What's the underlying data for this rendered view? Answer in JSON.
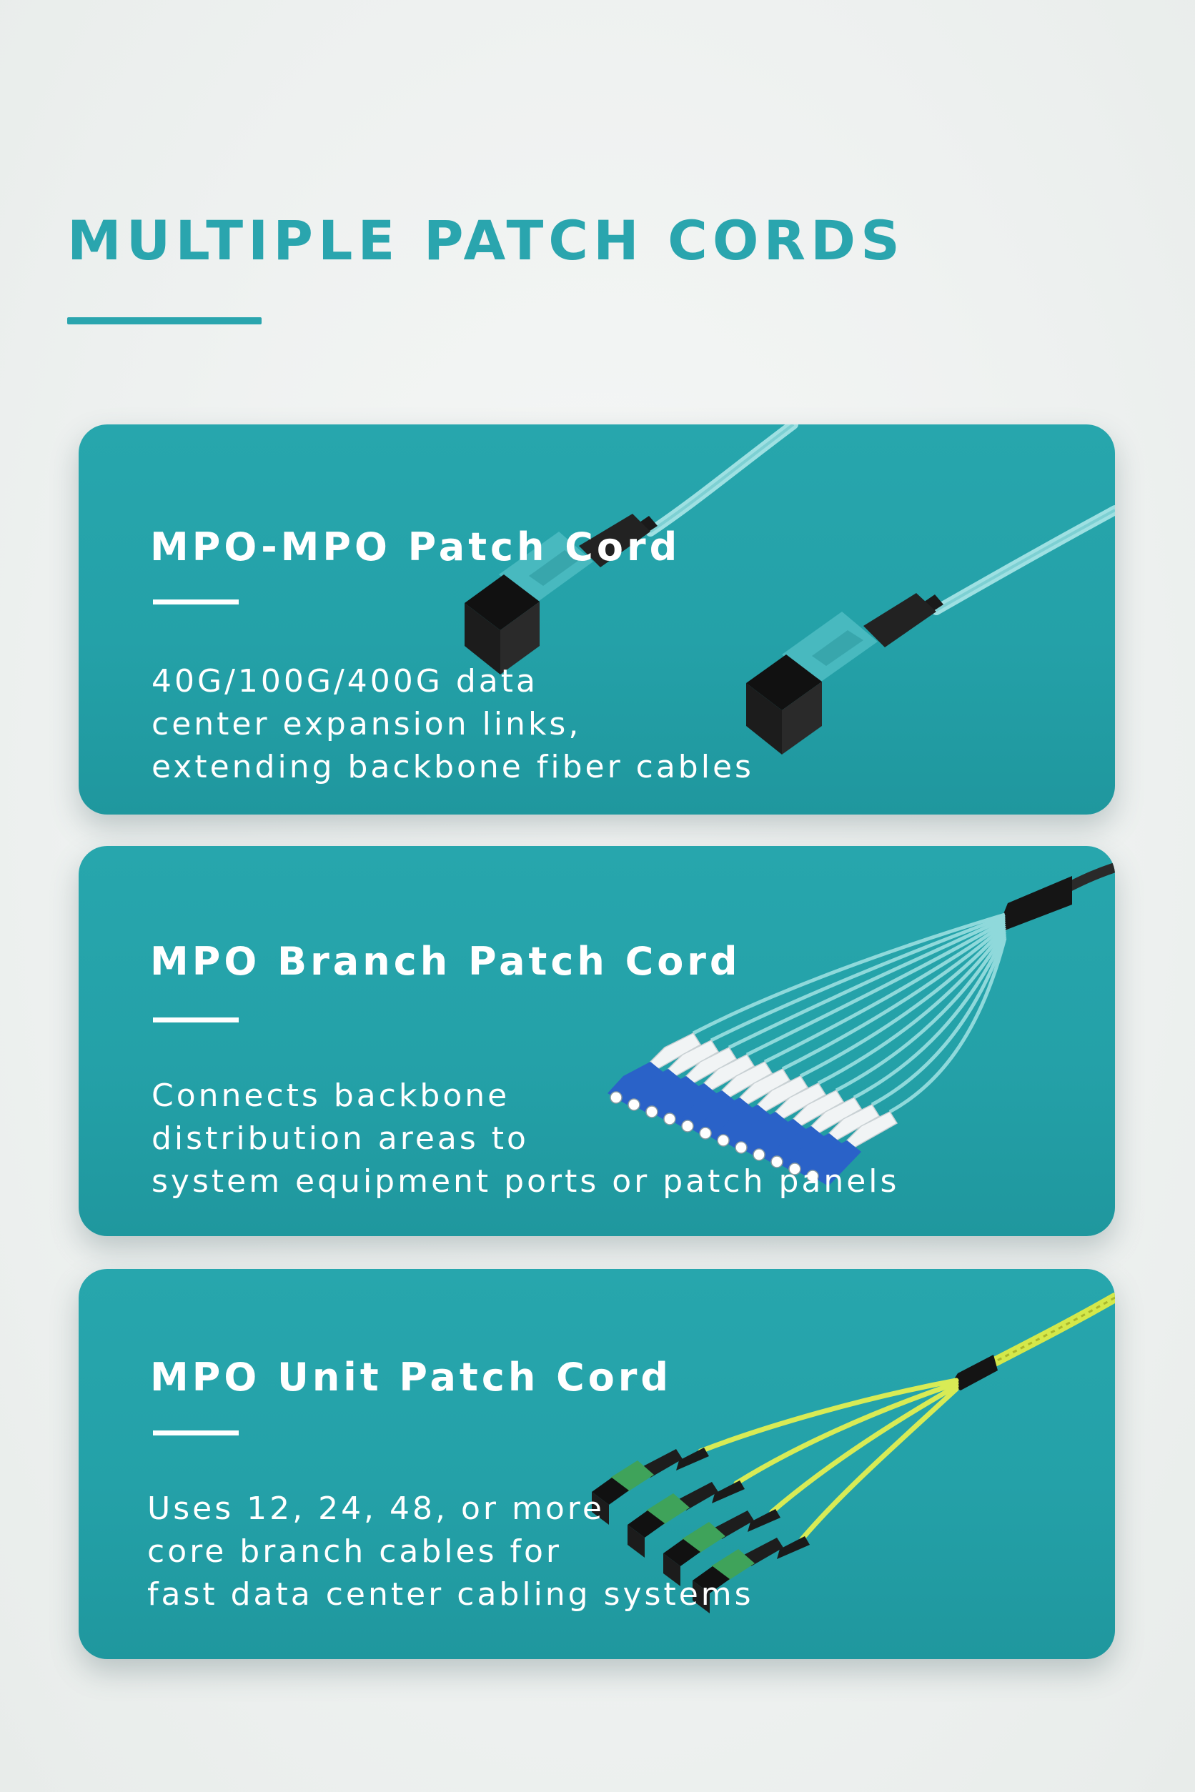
{
  "page": {
    "title": "MULTIPLE PATCH CORDS"
  },
  "colors": {
    "accent": "#2aa5ae",
    "card_background": "#24a1a8",
    "text_on_card": "#ffffff",
    "aqua_cable": "#7fd6d8",
    "yellow_cable": "#d4e84a",
    "blue_connector": "#2a62c8",
    "green_connector": "#3fa35a"
  },
  "cards": [
    {
      "title": "MPO-MPO Patch Cord",
      "description_lines": [
        "40G/100G/400G data",
        "center expansion links,",
        "extending backbone fiber cables"
      ],
      "icon": "mpo-mpo-cable-icon"
    },
    {
      "title": "MPO Branch Patch Cord",
      "description_lines": [
        "Connects backbone",
        "distribution areas to",
        "system equipment ports or patch panels"
      ],
      "icon": "mpo-lc-breakout-cable-icon"
    },
    {
      "title": "MPO Unit Patch Cord",
      "description_lines": [
        "Uses 12, 24, 48, or more",
        "core branch cables for",
        "fast data center cabling systems"
      ],
      "icon": "mpo-fanout-cable-icon"
    }
  ]
}
